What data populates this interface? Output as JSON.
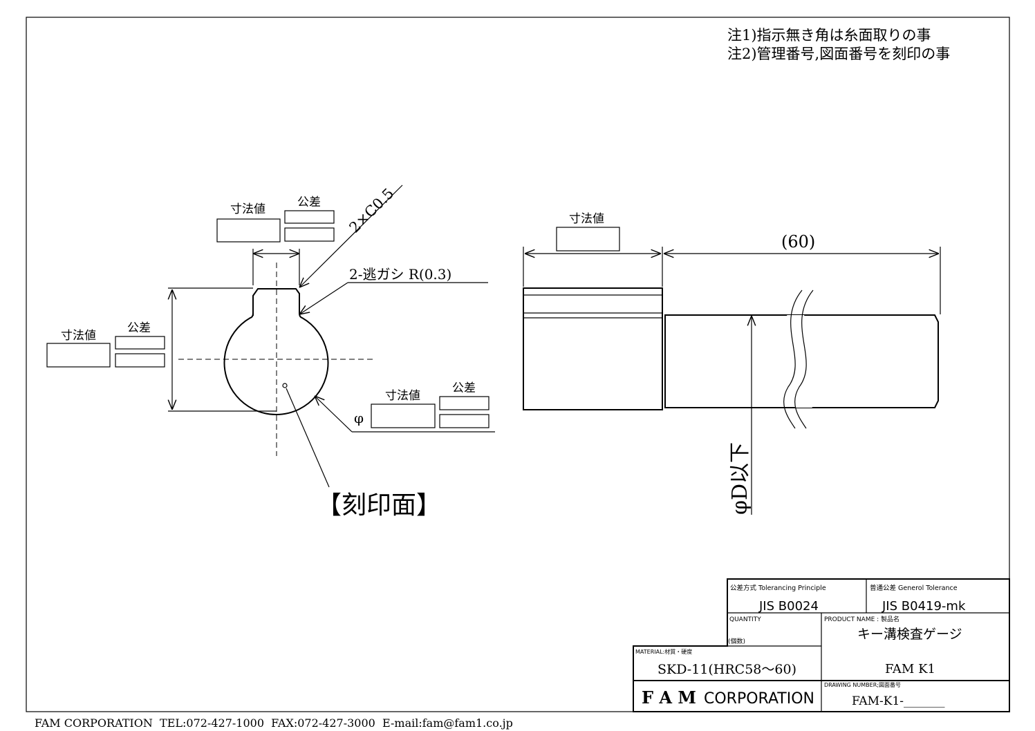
{
  "notes": [
    "注1)指示無き角は糸面取りの事",
    "注2)管理番号,図面番号を刻印の事"
  ],
  "labels": {
    "dimension_value": "寸法値",
    "tolerance": "公差",
    "chamfer": "2×C0.5",
    "relief": "2-逃ガシ R(0.3)",
    "phi": "φ",
    "stamp_face": "【刻印面】",
    "length": "(60)",
    "diameter_below": "φD以下"
  },
  "title_block": {
    "tolerancing_principle_label": "公差方式 Tolerancing Principle",
    "tolerancing_principle_value": "JIS B0024",
    "general_tolerance_label": "普通公差 Generol Tolerance",
    "general_tolerance_value": "JIS B0419-mk",
    "quantity_label": "QUANTITY",
    "quantity_label_jp": "(個数)",
    "product_name_label": "PRODUCT NAME : 製品名",
    "product_name": "キー溝検査ゲージ",
    "product_model": "FAM K1",
    "material_label": "MATERIAL:材質・硬度",
    "material_value": "SKD-11(HRC58～60)",
    "company_bold": "F A M",
    "company_rest": "CORPORATION",
    "drawing_number_label": "DRAWING NUMBER;図面番号",
    "drawing_number": "FAM-K1-_______"
  },
  "footer": "FAM CORPORATION  TEL:072-427-1000  FAX:072-427-3000  E-mail:fam@fam1.co.jp"
}
